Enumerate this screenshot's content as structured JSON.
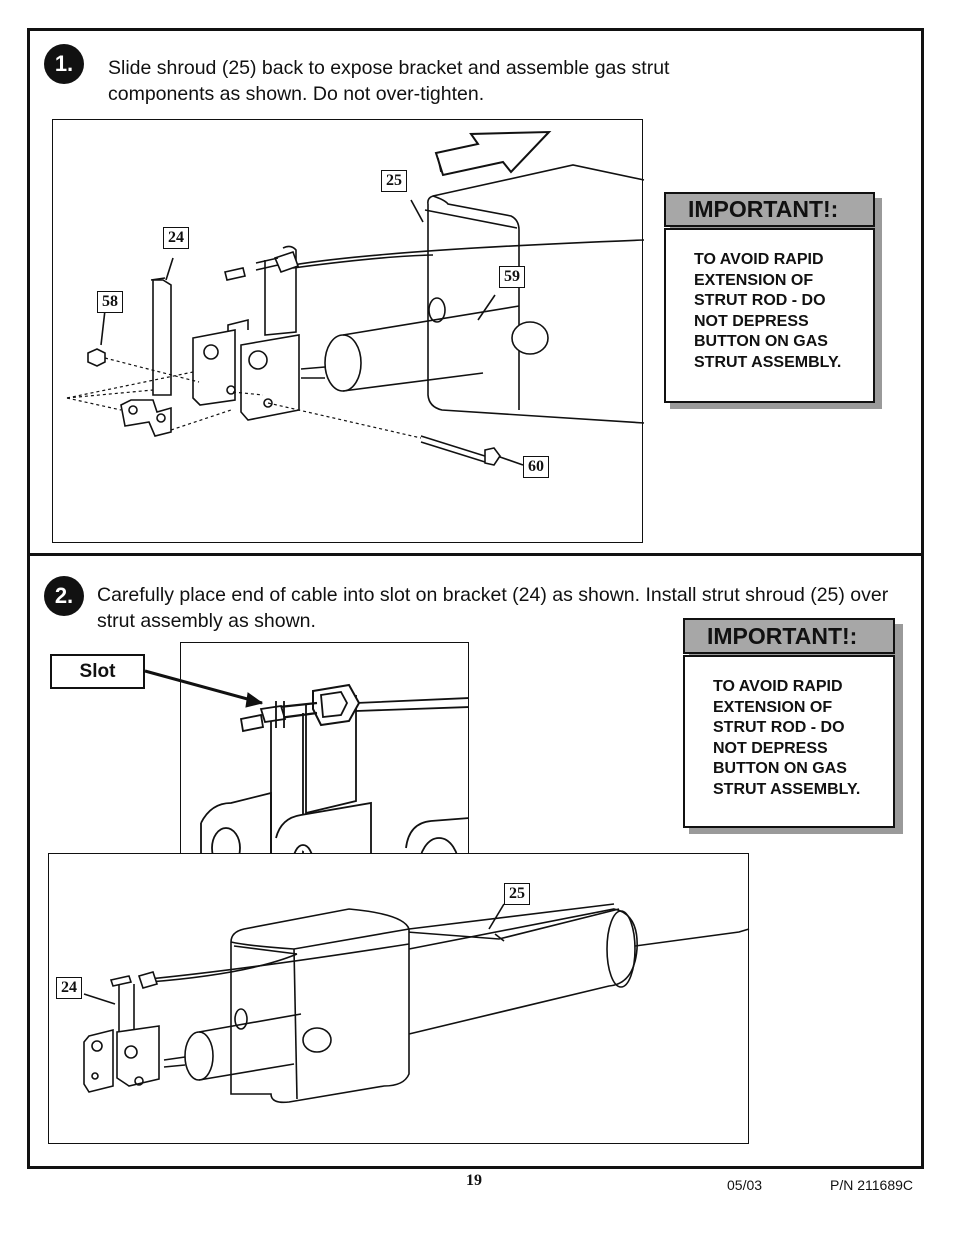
{
  "step1": {
    "number": "1.",
    "text": "Slide shroud (25) back to expose bracket and assemble gas strut components as shown. Do not over-tighten.",
    "callouts": {
      "c25": "25",
      "c24": "24",
      "c58": "58",
      "c59": "59",
      "c60": "60"
    },
    "important": {
      "title": "IMPORTANT!:",
      "body": "TO AVOID RAPID\nEXTENSION OF\nSTRUT ROD - DO\nNOT DEPRESS\nBUTTON ON GAS\nSTRUT ASSEMBLY."
    }
  },
  "step2": {
    "number": "2.",
    "text": "Carefully place end of cable into slot on bracket (24) as shown. Install strut shroud (25) over strut assembly as shown.",
    "slot_label": "Slot",
    "callouts": {
      "c25": "25",
      "c24": "24"
    },
    "important": {
      "title": "IMPORTANT!:",
      "body": "TO AVOID RAPID\nEXTENSION OF\nSTRUT ROD - DO\nNOT DEPRESS\nBUTTON ON GAS\nSTRUT ASSEMBLY."
    }
  },
  "footer": {
    "page_number": "19",
    "date": "05/03",
    "part_number": "P/N 211689C"
  }
}
